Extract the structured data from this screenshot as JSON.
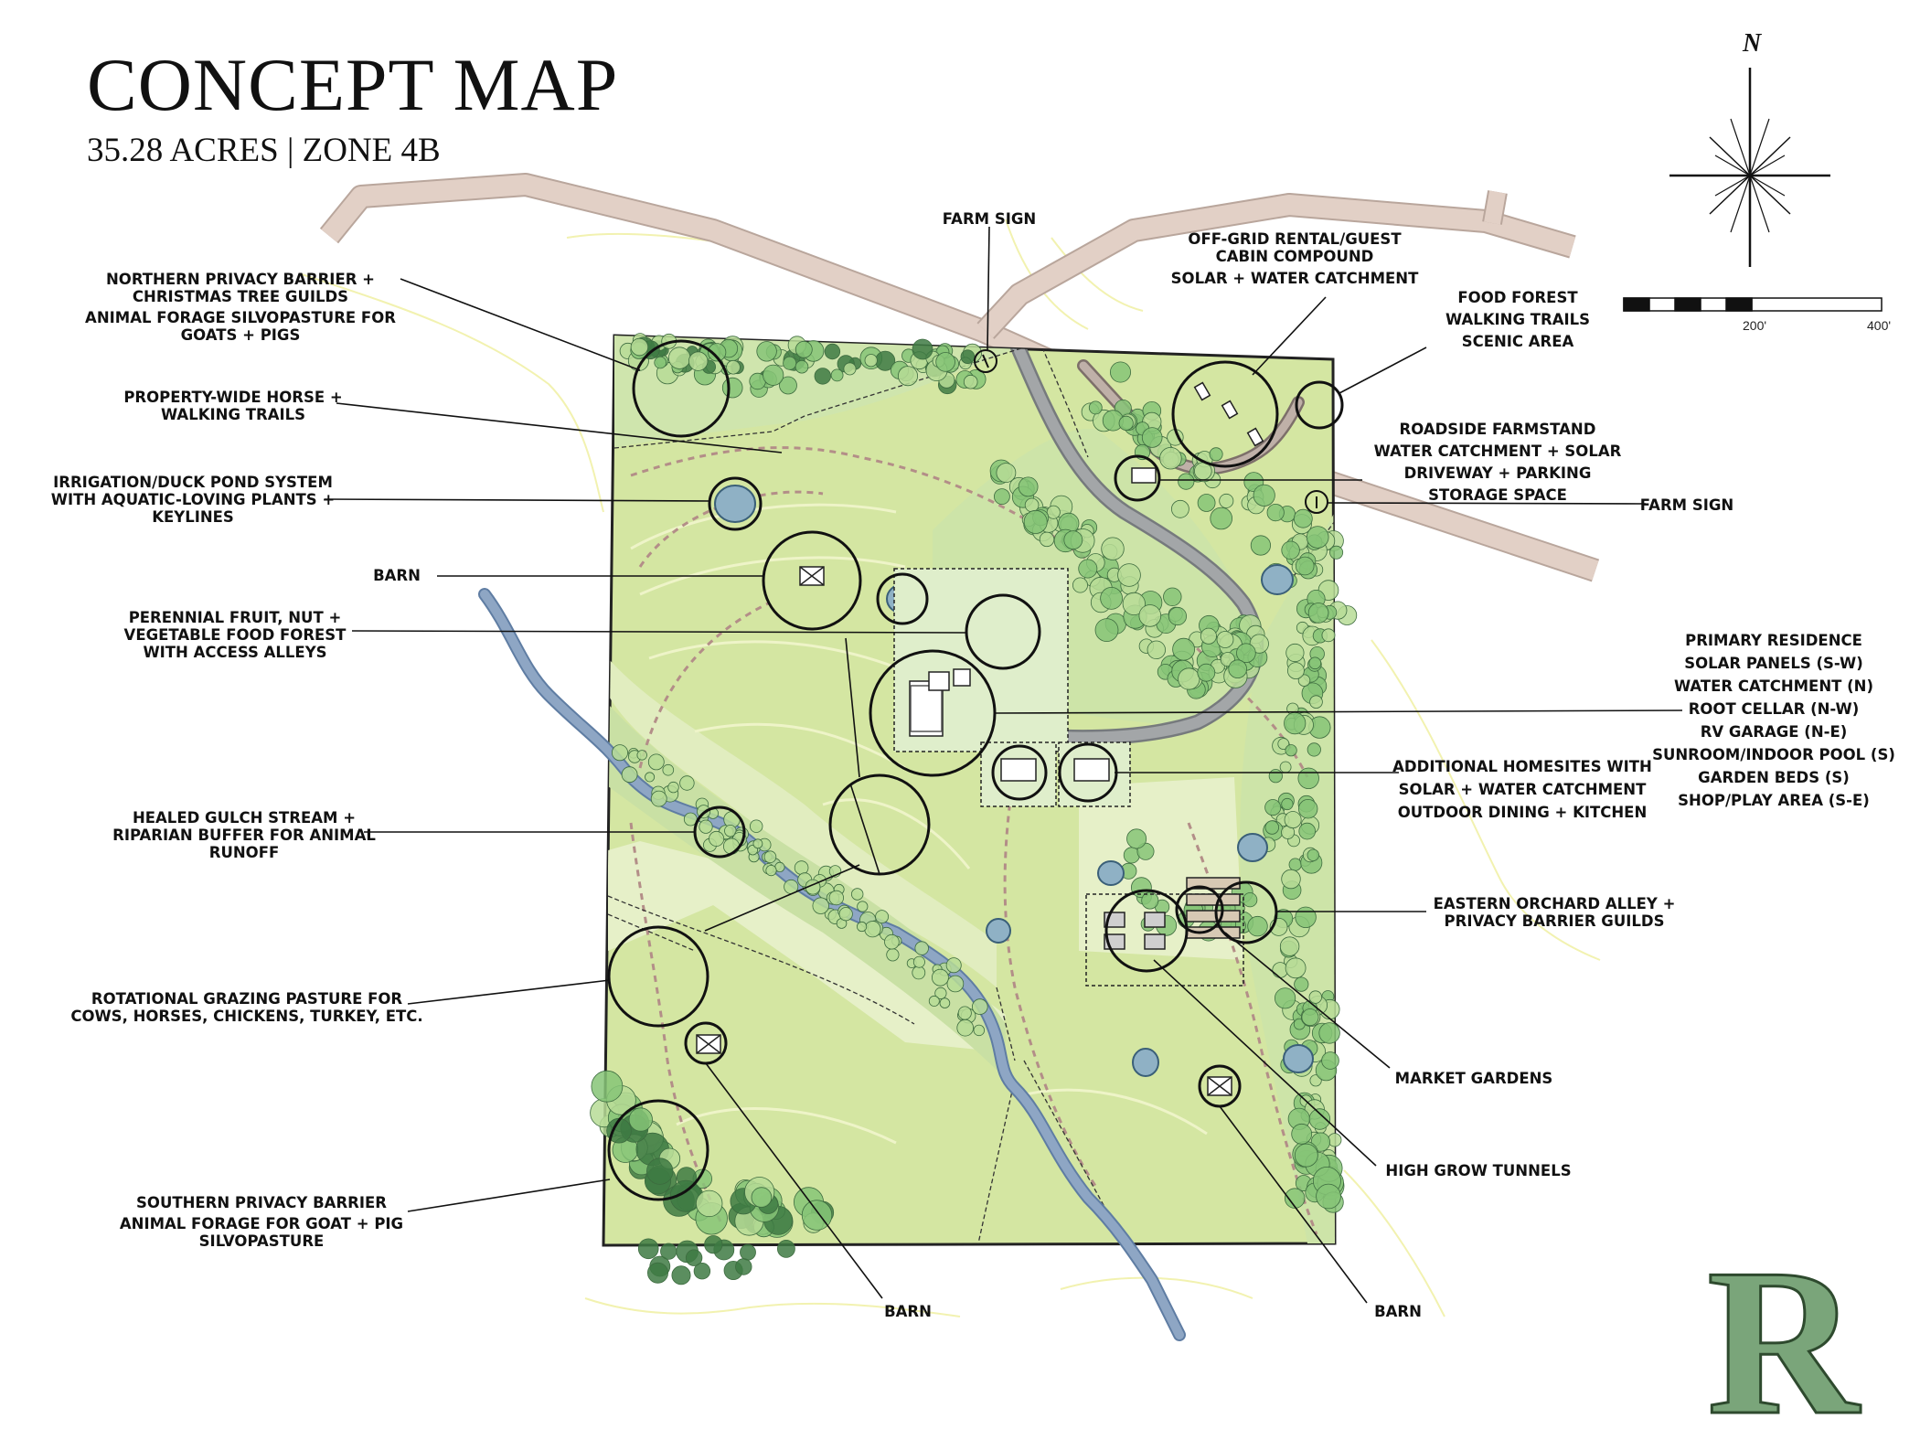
{
  "header": {
    "title": "CONCEPT MAP",
    "subtitle": "35.28 ACRES | ZONE 4B"
  },
  "compass": {
    "north_label": "N"
  },
  "scale_bar": {
    "mid_label": "200'",
    "end_label": "400'"
  },
  "colors": {
    "field": "#d4e6a2",
    "field_light": "#e6f0c8",
    "tree_light": "#b7dc97",
    "tree_mid": "#86c477",
    "tree_dark": "#3e7a43",
    "stream": "#8ea6c4",
    "road": "#e2d0c6",
    "driveway": "#a3a6a8",
    "trail": "#b38e88",
    "contour": "#f2f2b0"
  },
  "labels": {
    "north_privacy": [
      "NORTHERN PRIVACY BARRIER +",
      "CHRISTMAS TREE GUILDS",
      "ANIMAL FORAGE SILVOPASTURE FOR",
      "GOATS + PIGS"
    ],
    "horse_trails": [
      "PROPERTY-WIDE HORSE +",
      "WALKING TRAILS"
    ],
    "pond": [
      "IRRIGATION/DUCK POND SYSTEM",
      "WITH AQUATIC-LOVING PLANTS +",
      "KEYLINES"
    ],
    "barn_1": [
      "BARN"
    ],
    "food_forest_center": [
      "PERENNIAL FRUIT, NUT +",
      "VEGETABLE FOOD FOREST",
      "WITH ACCESS ALLEYS"
    ],
    "gulch": [
      "HEALED GULCH STREAM  +",
      "RIPARIAN BUFFER FOR ANIMAL",
      "RUNOFF"
    ],
    "grazing": [
      "ROTATIONAL GRAZING PASTURE FOR",
      "COWS, HORSES, CHICKENS, TURKEY, ETC."
    ],
    "south_privacy": [
      "SOUTHERN PRIVACY BARRIER",
      "ANIMAL FORAGE FOR GOAT + PIG",
      "SILVOPASTURE"
    ],
    "barn_2": [
      "BARN"
    ],
    "farm_sign_top": [
      "FARM SIGN"
    ],
    "cabin": [
      "OFF-GRID RENTAL/GUEST",
      "CABIN COMPOUND",
      "SOLAR + WATER CATCHMENT"
    ],
    "food_forest_ne": [
      "FOOD FOREST",
      "WALKING TRAILS",
      "SCENIC AREA"
    ],
    "farmstand": [
      "ROADSIDE FARMSTAND",
      "WATER CATCHMENT + SOLAR",
      "DRIVEWAY + PARKING",
      "STORAGE SPACE"
    ],
    "farm_sign_right": [
      "FARM SIGN"
    ],
    "residence": [
      "PRIMARY RESIDENCE",
      "SOLAR PANELS (S-W)",
      "WATER CATCHMENT (N)",
      "ROOT CELLAR (N-W)",
      "RV GARAGE (N-E)",
      "SUNROOM/INDOOR POOL (S)",
      "GARDEN BEDS (S)",
      "SHOP/PLAY AREA (S-E)"
    ],
    "homesites": [
      "ADDITIONAL HOMESITES WITH",
      "SOLAR + WATER CATCHMENT",
      "OUTDOOR DINING + KITCHEN"
    ],
    "orchard": [
      "EASTERN ORCHARD ALLEY +",
      "PRIVACY BARRIER GUILDS"
    ],
    "market": [
      "MARKET GARDENS"
    ],
    "tunnels": [
      "HIGH GROW TUNNELS"
    ],
    "barn_3": [
      "BARN"
    ]
  }
}
